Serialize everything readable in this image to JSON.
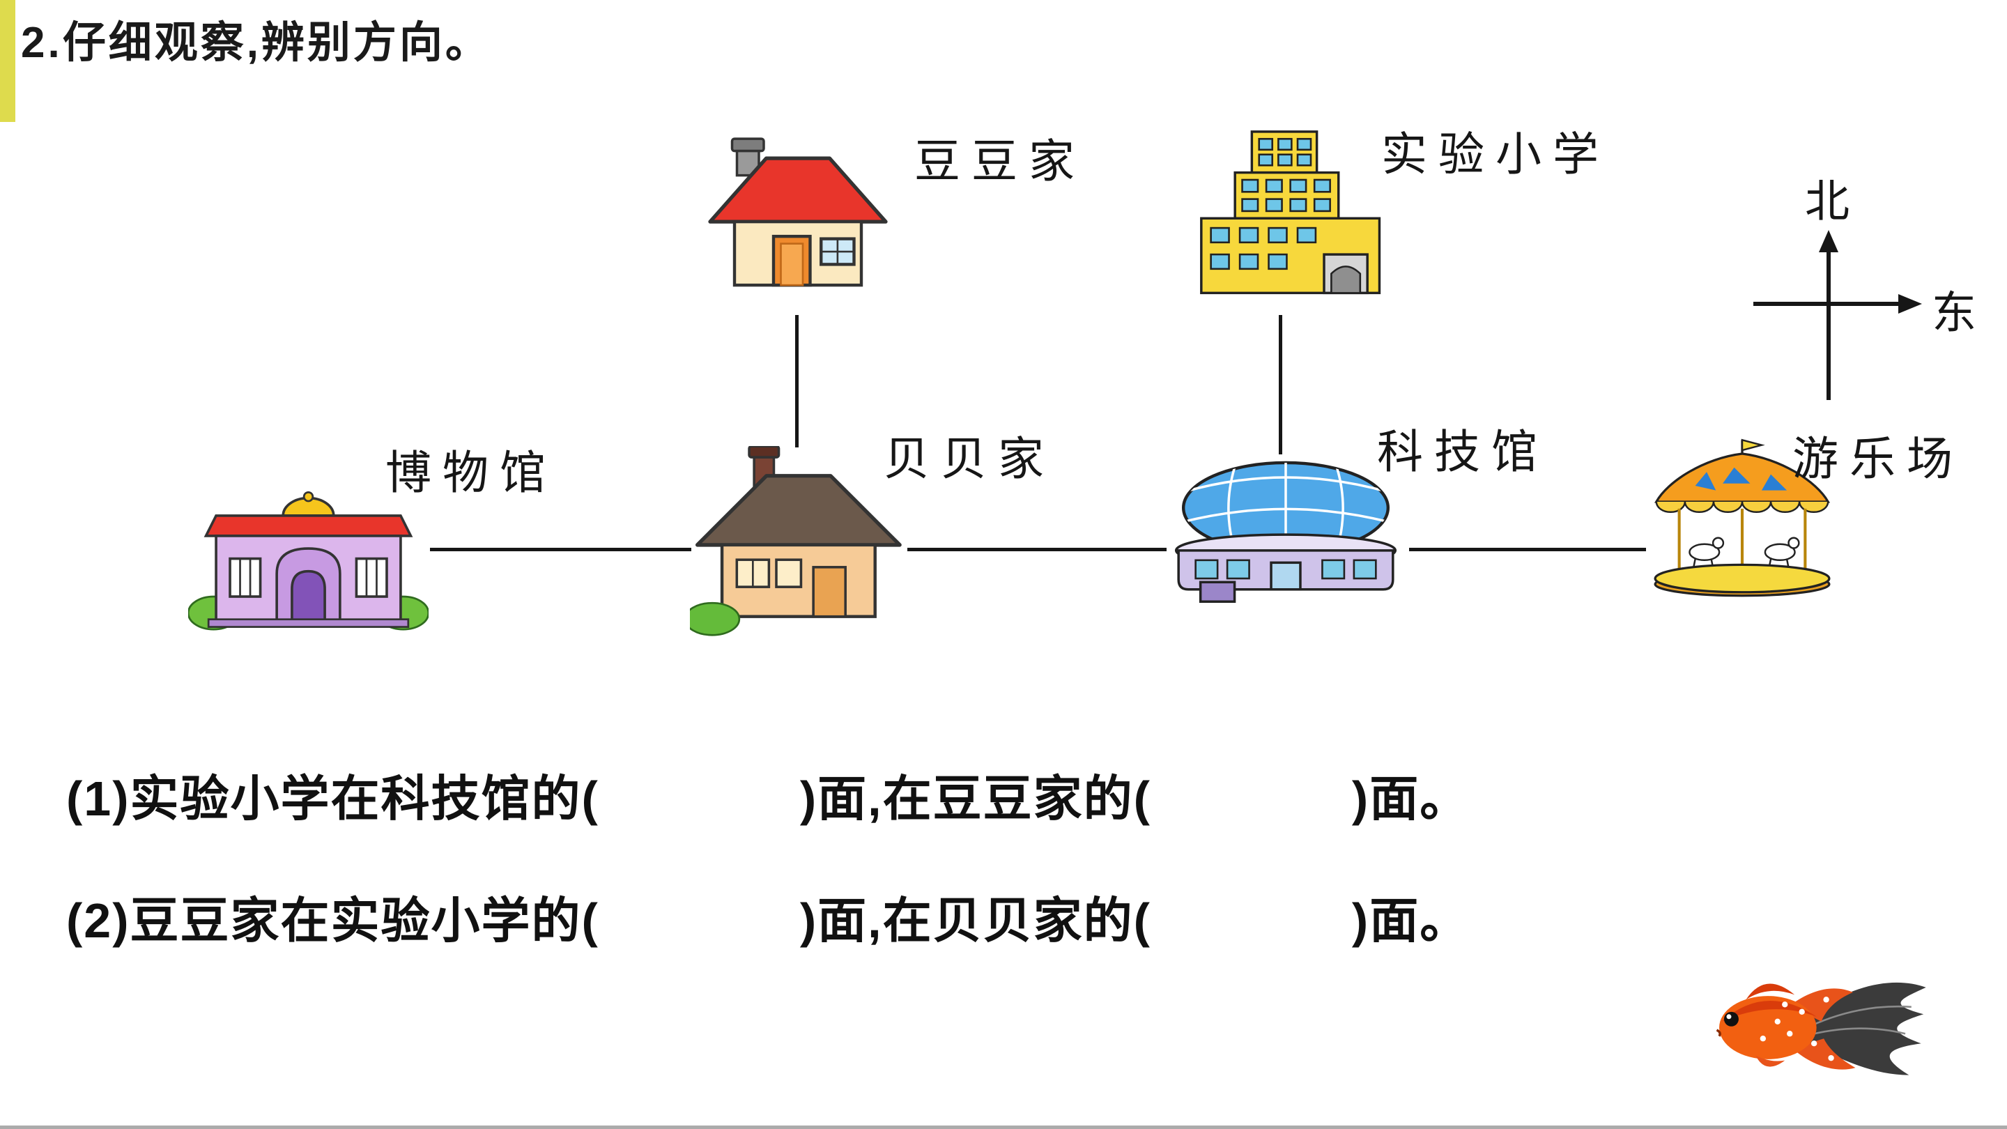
{
  "page": {
    "title": "2.仔细观察,辨别方向。",
    "background": "#ffffff",
    "accent_stripe_color": "#dedb4d",
    "line_color": "#161616"
  },
  "map": {
    "buildings": [
      {
        "id": "doudou-home",
        "label": "豆豆家"
      },
      {
        "id": "school",
        "label": "实验小学"
      },
      {
        "id": "museum",
        "label": "博物馆"
      },
      {
        "id": "beibei-home",
        "label": "贝贝家"
      },
      {
        "id": "science-hall",
        "label": "科技馆"
      },
      {
        "id": "playground",
        "label": "游乐场"
      }
    ],
    "compass": {
      "north": "北",
      "east": "东"
    }
  },
  "questions": [
    {
      "text": "(1)实验小学在科技馆的(　　　　)面,在豆豆家的(　　　　)面。"
    },
    {
      "text": "(2)豆豆家在实验小学的(　　　　)面,在贝贝家的(　　　　)面。"
    }
  ]
}
